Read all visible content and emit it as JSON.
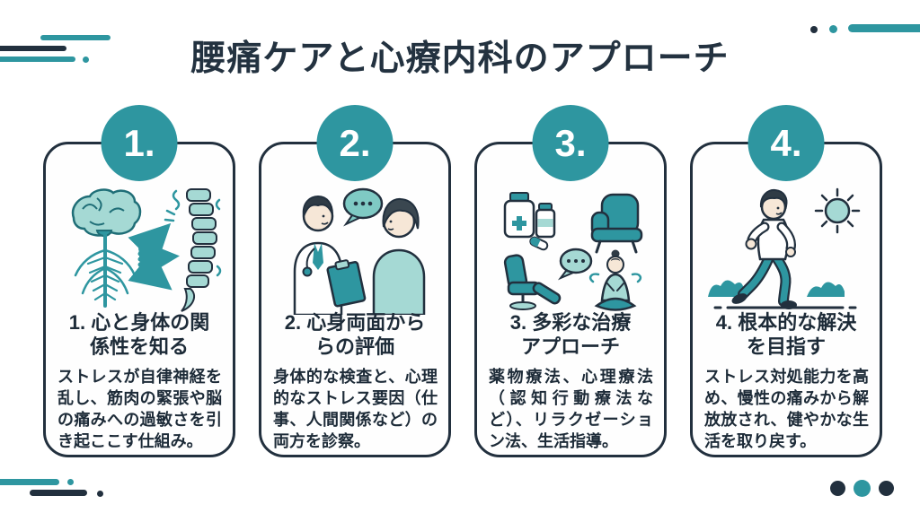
{
  "header": {
    "title": "腰痛ケアと心療内科のアプローチ"
  },
  "colors": {
    "accent_teal": "#2e96a0",
    "light_teal": "#a5d9d4",
    "dark_navy": "#22303e",
    "skin": "#f6e7d7",
    "background": "#ffffff"
  },
  "cards": [
    {
      "badge": "1.",
      "illustration": "brain-nervous-system-and-spine",
      "title": "1. 心と身体の関\n係性を知る",
      "body": "ストレスが自律神経を乱し、筋肉の緊張や脳の痛みへの過敏さを引き起ここす仕組み。"
    },
    {
      "badge": "2.",
      "illustration": "doctor-consulting-patient",
      "title": "2. 心身両面から\nらの評価",
      "body": "身体的な検査と、心理的なストレス要因（仕事、人間関係など）の両方を診察。"
    },
    {
      "badge": "3.",
      "illustration": "treatment-options",
      "title": "3. 多彩な治療\nアプローチ",
      "body": "薬物療法、心理療法（認知行動療法など）、リラクゼーション法、生活指導。"
    },
    {
      "badge": "4.",
      "illustration": "person-walking-outdoors",
      "title": "4. 根本的な解決\nを目指す",
      "body": "ストレス対処能力を高め、慢性の痛みから解放放され、健やかな生活を取り戻す。"
    }
  ],
  "footer": {
    "pagination_dot_count": 3
  }
}
